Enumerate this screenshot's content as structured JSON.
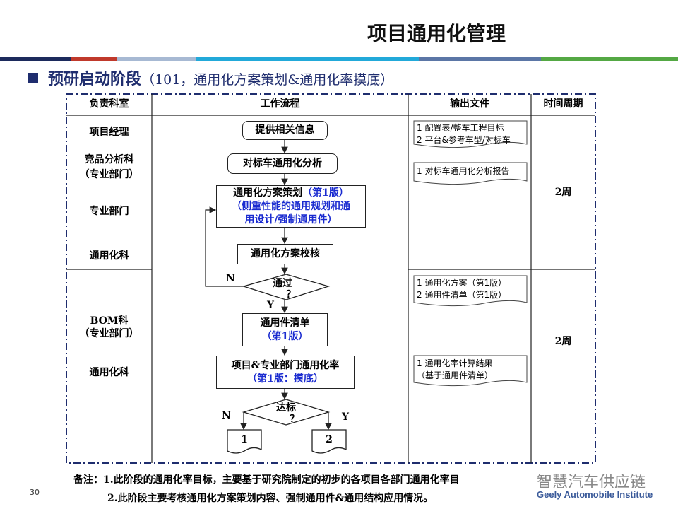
{
  "title": "项目通用化管理",
  "colors": {
    "bar": [
      "#1c2a5c",
      "#c0392b",
      "#a7b9d3",
      "#22a9d9",
      "#5b76a6",
      "#54a844"
    ],
    "accent": "#1f2d6e",
    "highlight": "#1a2bd0"
  },
  "heading": {
    "main": "预研启动阶段",
    "sub": "（101，通用化方案策划&通用化率摸底）"
  },
  "table": {
    "headers": [
      "负责科室",
      "工作流程",
      "输出文件",
      "时间周期"
    ],
    "departments": [
      "项目经理",
      "竞品分析科",
      "（专业部门）",
      "专业部门",
      "通用化科",
      "BOM科",
      "（专业部门）",
      "通用化科"
    ],
    "periods": [
      "2周",
      "2周"
    ],
    "flow": {
      "step1": "提供相关信息",
      "step2": "对标车通用化分析",
      "step3": {
        "line1a": "通用化方案策划",
        "line1b": "（第1版）",
        "line2": "（侧重性能的通用规划和通",
        "line3": "用设计/强制通用件）"
      },
      "step4": "通用化方案校核",
      "decision1": {
        "text": "通过",
        "q": "？",
        "no": "N",
        "yes": "Y"
      },
      "step5": {
        "line1": "通用件清单",
        "line2": "（第1版）"
      },
      "step6": {
        "line1": "项目&专业部门通用化率",
        "line2": "（第1版：摸底）"
      },
      "decision2": {
        "text": "达标",
        "q": "？",
        "no": "N",
        "yes": "Y"
      },
      "end1": "1",
      "end2": "2"
    },
    "outputs": [
      [
        "1  配置表/整车工程目标",
        "2  平台&参考车型/对标车"
      ],
      [
        "1  对标车通用化分析报告"
      ],
      [
        "1  通用化方案（第1版）",
        "2  通用件清单（第1版）"
      ],
      [
        "1  通用化率计算结果",
        "（基于通用件清单）"
      ]
    ]
  },
  "notes": [
    "备注：1.此阶段的通用化率目标，主要基于研究院制定的初步的各项目各部门通用化率目",
    "2.此阶段主要考核通用化方案策划内容、强制通用件&通用结构应用情况。"
  ],
  "page_number": "30",
  "watermark": "智慧汽车供应链",
  "institute": "Geely Automobile Institute"
}
